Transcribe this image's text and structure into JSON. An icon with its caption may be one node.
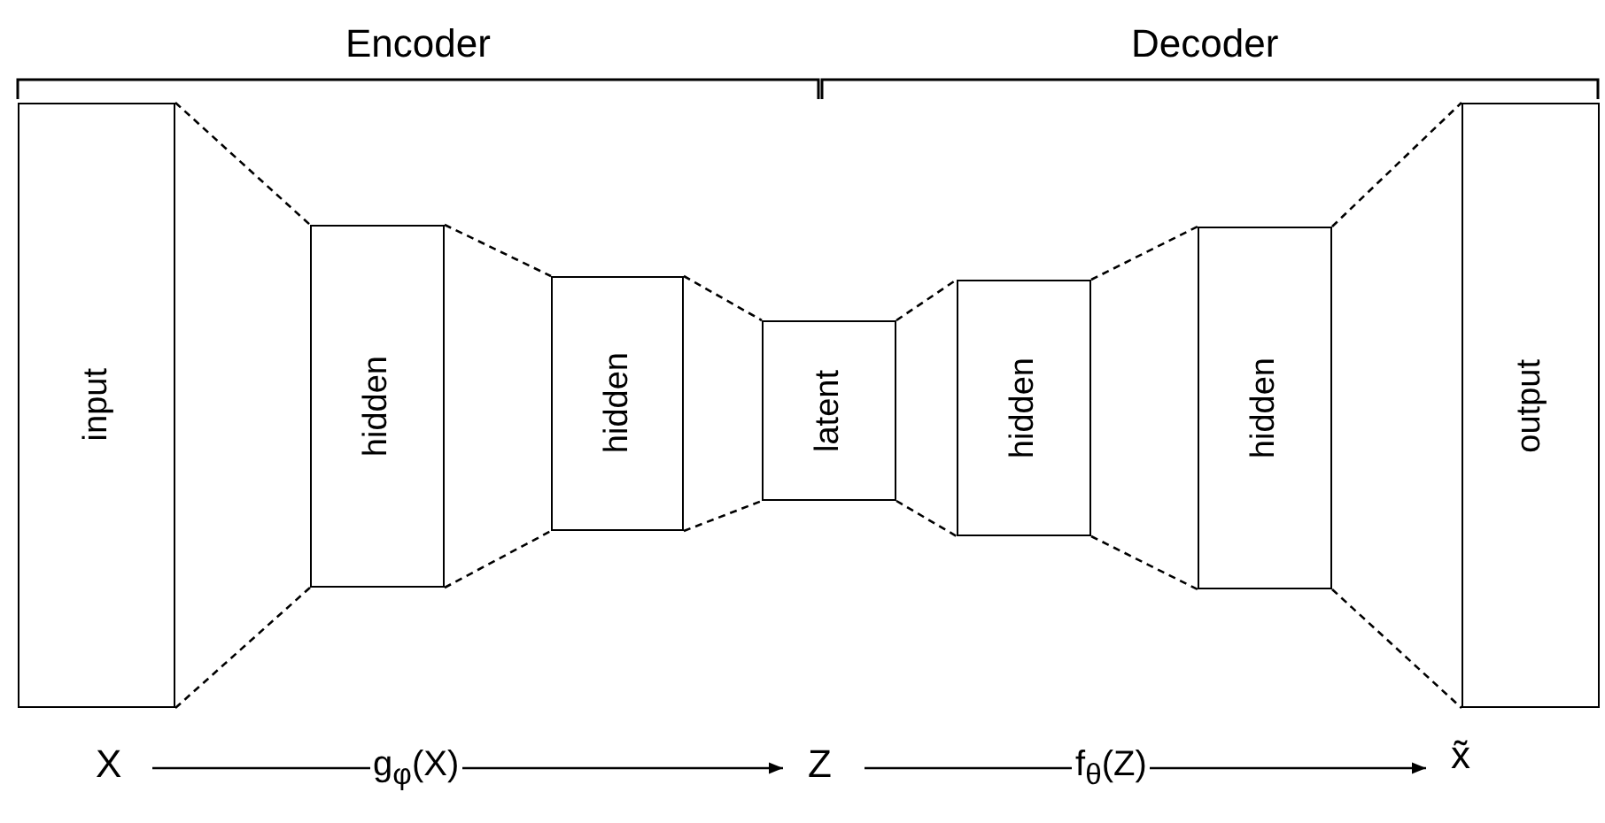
{
  "diagram": {
    "nodes": [
      {
        "text": [
          "input"
        ]
      },
      {
        "text": [
          "hidden"
        ]
      },
      {
        "text": [
          "hidden"
        ]
      },
      {
        "text": [
          "latent"
        ]
      },
      {
        "text": [
          "hidden"
        ]
      },
      {
        "text": [
          "hidden"
        ]
      },
      {
        "text": [
          "output"
        ]
      },
      {
        "text": [
          "X"
        ]
      },
      {
        "text": [
          "Z"
        ]
      },
      {
        "text": [
          "x̃"
        ]
      }
    ],
    "edges": [
      {
        "from": 0,
        "to": 1,
        "arrow": "none",
        "style": "dashed"
      },
      {
        "from": 0,
        "to": 1,
        "arrow": "none",
        "style": "dashed"
      },
      {
        "from": 1,
        "to": 2,
        "arrow": "none",
        "style": "dashed"
      },
      {
        "from": 1,
        "to": 2,
        "arrow": "none",
        "style": "dashed"
      },
      {
        "from": 2,
        "to": 3,
        "arrow": "none",
        "style": "dashed"
      },
      {
        "from": 2,
        "to": 3,
        "arrow": "none",
        "style": "dashed"
      },
      {
        "from": 3,
        "to": 4,
        "arrow": "none",
        "style": "dashed"
      },
      {
        "from": 3,
        "to": 4,
        "arrow": "none",
        "style": "dashed"
      },
      {
        "from": 4,
        "to": 5,
        "arrow": "none",
        "style": "dashed"
      },
      {
        "from": 4,
        "to": 5,
        "arrow": "none",
        "style": "dashed"
      },
      {
        "from": 5,
        "to": 6,
        "arrow": "none",
        "style": "dashed"
      },
      {
        "from": 5,
        "to": 6,
        "arrow": "none",
        "style": "dashed"
      },
      {
        "from": 7,
        "to": 8,
        "arrow": "to",
        "label": "g$_{φ}$(X)"
      },
      {
        "from": 8,
        "to": 9,
        "arrow": "to",
        "label": "f$_{θ}$(Z)"
      }
    ],
    "labels": [
      "Encoder",
      "Decoder"
    ]
  }
}
